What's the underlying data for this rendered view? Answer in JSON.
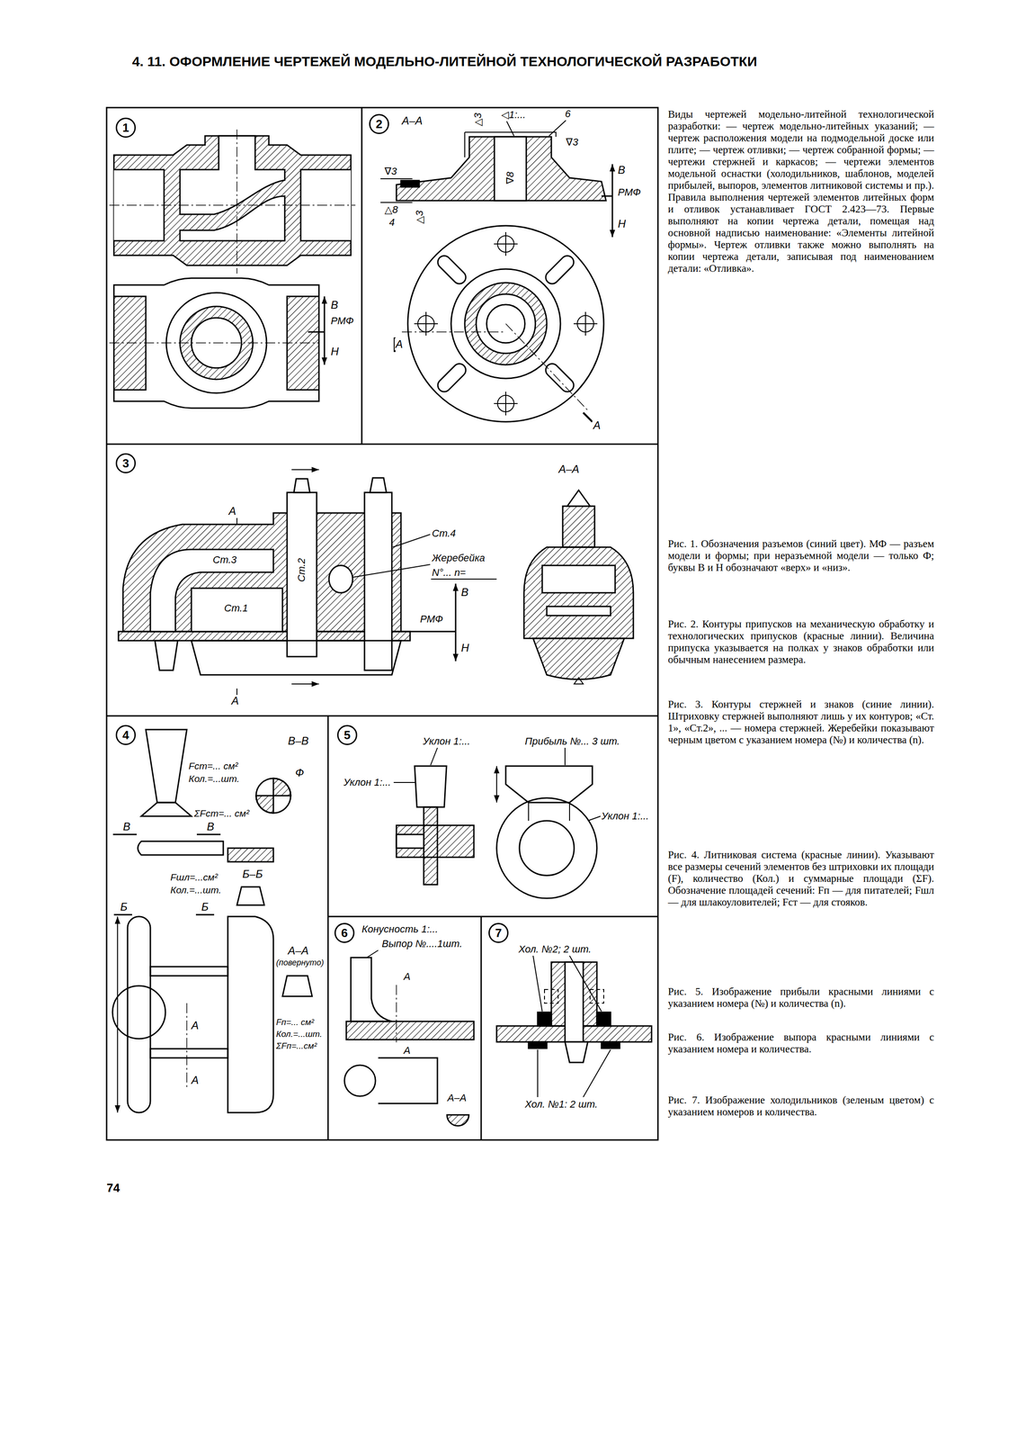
{
  "diagram": {
    "title": "4. 11. ОФОРМЛЕНИЕ ЧЕРТЕЖЕЙ МОДЕЛЬНО-ЛИТЕЙНОЙ ТЕХНОЛОГИЧЕСКОЙ РАЗРАБОТКИ",
    "nodes": [
      {
        "text": [
          "1"
        ]
      },
      {
        "text": [
          "2"
        ]
      },
      {
        "text": [
          "3"
        ]
      },
      {
        "text": [
          "4"
        ]
      },
      {
        "text": [
          "5"
        ]
      },
      {
        "text": [
          "6"
        ]
      },
      {
        "text": [
          "7"
        ]
      }
    ],
    "labels": [
      "Виды чертежей модельно-литейной технологической разработки: — чертеж модельно-литейных указаний; — чертеж расположения модели на подмодельной доске или плите; — чертеж отливки; — чертеж собранной формы; — чертежи стержней и каркасов; — чертежи элементов модельной оснастки (холодильников, шаблонов, моделей прибылей, выпоров, элементов литниковой системы и пр.). Правила выполнения чертежей элементов литейных форм и отливок устанавливает ГОСТ 2.423—73. Первые выполняют на копии чертежа детали, помещая над основной надписью наименование: «Элементы литейной формы». Чертеж отливки также можно выполнять на копии чертежа детали, записывая под наименованием детали: «Отливка».",
      "Рис. 1. Обозначения разъемов (синий цвет). МФ — разъем модели и формы; при неразъемной модели — только Ф; буквы В и Н обозначают «верх» и «низ».",
      "Рис. 2. Контуры припусков на механическую обработку и технологических припусков (красные линии). Величина припуска указывается на полках у знаков обработки или обычным нанесением размера.",
      "Рис. 3. Контуры стержней и знаков (синие линии). Штриховку стержней выполняют лишь у их контуров; «Ст. 1», «Ст.2», ... — номера стержней. Жеребейки показывают черным цветом с указанием номера (№) и количества (n).",
      "Рис. 4. Литниковая система (красные линии). Указывают все размеры сечений элементов без штриховки их площади (F), количество (Кол.) и суммарные площади (ΣF). Обозначение площадей сечений: Fп — для питателей; Fшл — для шлакоуловителей; Fст — для стояков.",
      "Рис. 5. Изображение прибыли красными линиями с указанием номера (№) и количества (n).",
      "Рис. 6. Изображение выпора красными линиями с указанием номера и количества.",
      "Рис. 7. Изображение холодильников (зеленым цветом) с указанием номеров и количества.",
      "74",
      "В",
      "РМФ",
      "Н",
      "А–А",
      "◁1:...",
      "6",
      "∇3",
      "∇3",
      "△8",
      "4",
      "△3",
      "△3",
      "∇8",
      "В",
      "РМФ",
      "Н",
      "А",
      "А",
      "А",
      "А–А",
      "Ст.4",
      "Ст.2",
      "Ст.3",
      "Жеребейка",
      "N°... n=",
      "Ст.1",
      "В",
      "РМФ",
      "Н",
      "А",
      "В–В",
      "Fст=... см²",
      "Кол.=...шт.",
      "Ф",
      "ΣFст=... см²",
      "В",
      "В",
      "Б–Б",
      "Fшл=...см²",
      "Кол.=...шт.",
      "Б",
      "Б",
      "А–А",
      "(повернуто)",
      "Fп=... см²",
      "Кол.=...шт.",
      "ΣFп=...см²",
      "А",
      "А",
      "Уклон 1:...",
      "Прибыль №... 3 шт.",
      "Уклон 1:...",
      "Уклон 1:...",
      "Конусность 1:...",
      "Выпор №....1шт.",
      "А",
      "А",
      "А–А",
      "Хол. №2; 2 шт.",
      "Хол. №1: 2 шт."
    ]
  }
}
